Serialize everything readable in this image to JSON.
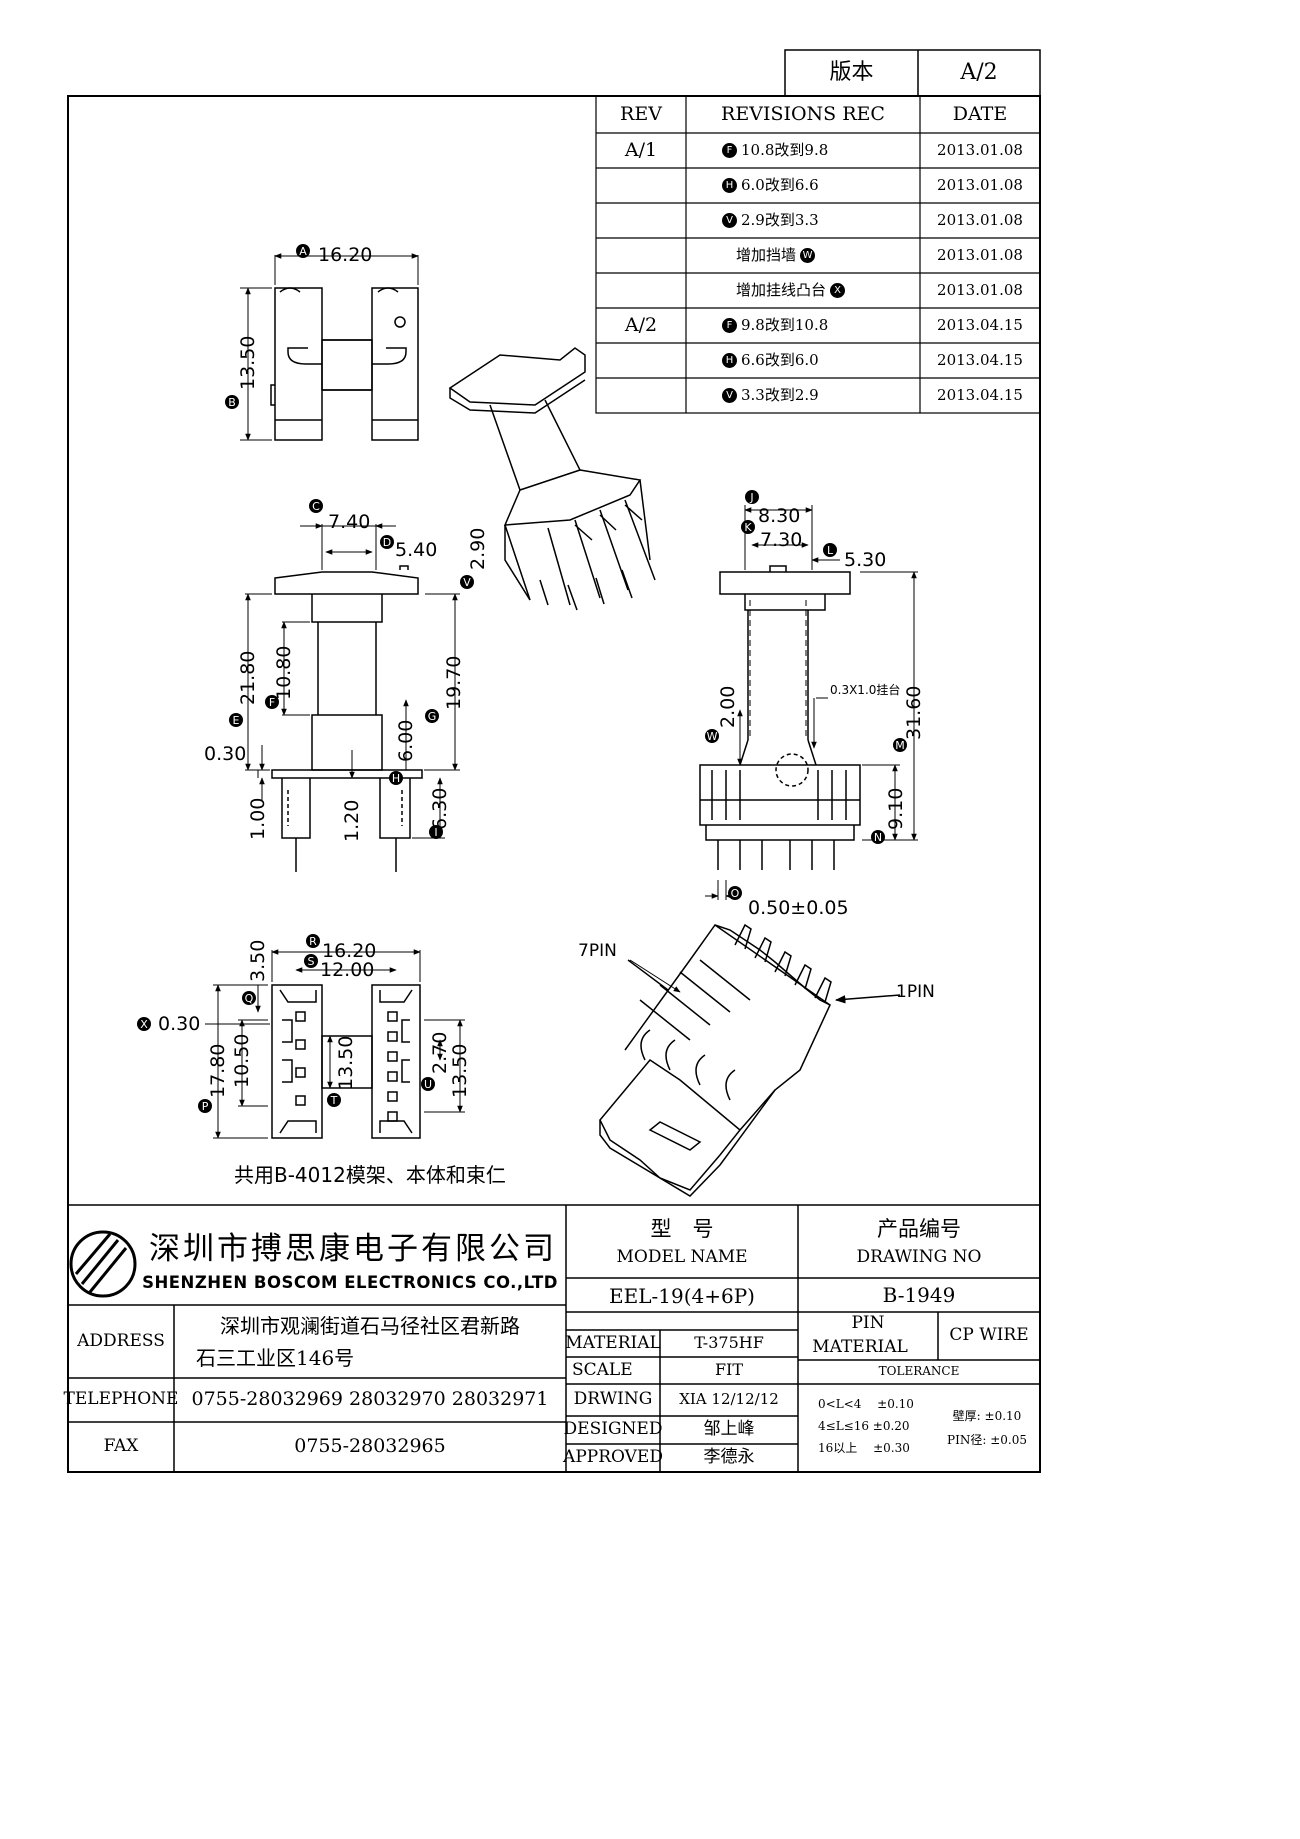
{
  "version_box": {
    "label": "版本",
    "value": "A/2"
  },
  "revisions": {
    "headers": {
      "rev": "REV",
      "rec": "REVISIONS REC",
      "date": "DATE"
    },
    "rows": [
      {
        "rev": "A/1",
        "tag": "F",
        "text": "10.8改到9.8",
        "date": "2013.01.08"
      },
      {
        "rev": "",
        "tag": "H",
        "text": "6.0改到6.6",
        "date": "2013.01.08"
      },
      {
        "rev": "",
        "tag": "V",
        "text": "2.9改到3.3",
        "date": "2013.01.08"
      },
      {
        "rev": "",
        "tag": "W",
        "text": "增加挡墙",
        "date": "2013.01.08"
      },
      {
        "rev": "",
        "tag": "X",
        "text": "增加挂线凸台",
        "date": "2013.01.08"
      },
      {
        "rev": "A/2",
        "tag": "F",
        "text": "9.8改到10.8",
        "date": "2013.04.15"
      },
      {
        "rev": "",
        "tag": "H",
        "text": "6.6改到6.0",
        "date": "2013.04.15"
      },
      {
        "rev": "",
        "tag": "V",
        "text": "3.3改到2.9",
        "date": "2013.04.15"
      }
    ]
  },
  "dimensions": {
    "top_width": "16.20",
    "top_height": "13.50",
    "front_top": "7.40",
    "front_inner": "5.40",
    "front_flange": "2.90",
    "front_total": "21.80",
    "front_winding": "10.80",
    "front_body": "19.70",
    "front_gap": "0.30",
    "front_base": "6.00",
    "front_pin_top": "1.00",
    "front_pin_gap": "1.20",
    "front_pin_len": "6.30",
    "side_top": "8.30",
    "side_inner": "7.30",
    "side_right": "5.30",
    "side_height": "31.60",
    "side_wall": "2.00",
    "side_hook": "0.3X1.0挂台",
    "side_base": "9.10",
    "pin_dia": "0.50±0.05",
    "bottom_width": "16.20",
    "bottom_inner": "12.00",
    "bottom_offset": "3.50",
    "bottom_gap": "0.30",
    "bottom_total": "17.80",
    "bottom_core": "10.50",
    "bottom_center": "13.50",
    "bottom_pitch": "2.70",
    "bottom_depth": "13.50",
    "pin7": "7PIN",
    "pin1": "1PIN"
  },
  "balloon_letters": [
    "A",
    "B",
    "C",
    "D",
    "E",
    "F",
    "G",
    "H",
    "I",
    "J",
    "K",
    "L",
    "M",
    "N",
    "O",
    "P",
    "Q",
    "R",
    "S",
    "T",
    "U",
    "V",
    "W",
    "X"
  ],
  "caption": "共用B-4012模架、本体和束仁",
  "title_block": {
    "company_cn": "深圳市搏思康电子有限公司",
    "company_en": "SHENZHEN BOSCOM ELECTRONICS CO.,LTD",
    "model_label_cn": "型　号",
    "model_label_en": "MODEL NAME",
    "drawing_label_cn": "产品编号",
    "drawing_label_en": "DRAWING NO",
    "model_value": "EEL-19(4+6P)",
    "drawing_value": "B-1949",
    "address_label": "ADDRESS",
    "address_line1": "深圳市观澜街道石马径社区君新路",
    "address_line2": "石三工业区146号",
    "telephone_label": "TELEPHONE",
    "telephone_value": "0755-28032969 28032970 28032971",
    "fax_label": "FAX",
    "fax_value": "0755-28032965",
    "material_label": "MATERIAL",
    "material_value": "T-375HF",
    "scale_label": "SCALE",
    "scale_value": "FIT",
    "drawing_by_label": "DRWING",
    "drawing_by_value": "XIA 12/12/12",
    "designed_label": "DESIGNED",
    "designed_value": "邹上峰",
    "approved_label": "APPROVED",
    "approved_value": "李德永",
    "pin_label_1": "PIN",
    "pin_label_2": "MATERIAL",
    "pin_value": "CP WIRE",
    "tolerance_label": "TOLERANCE",
    "tol_1": "0<L<4　 ±0.10",
    "tol_2": "4≤L≤16 ±0.20",
    "tol_3": "16以上　 ±0.30",
    "wall_tol": "壁厚: ±0.10",
    "pin_tol": "PIN径: ±0.05"
  }
}
